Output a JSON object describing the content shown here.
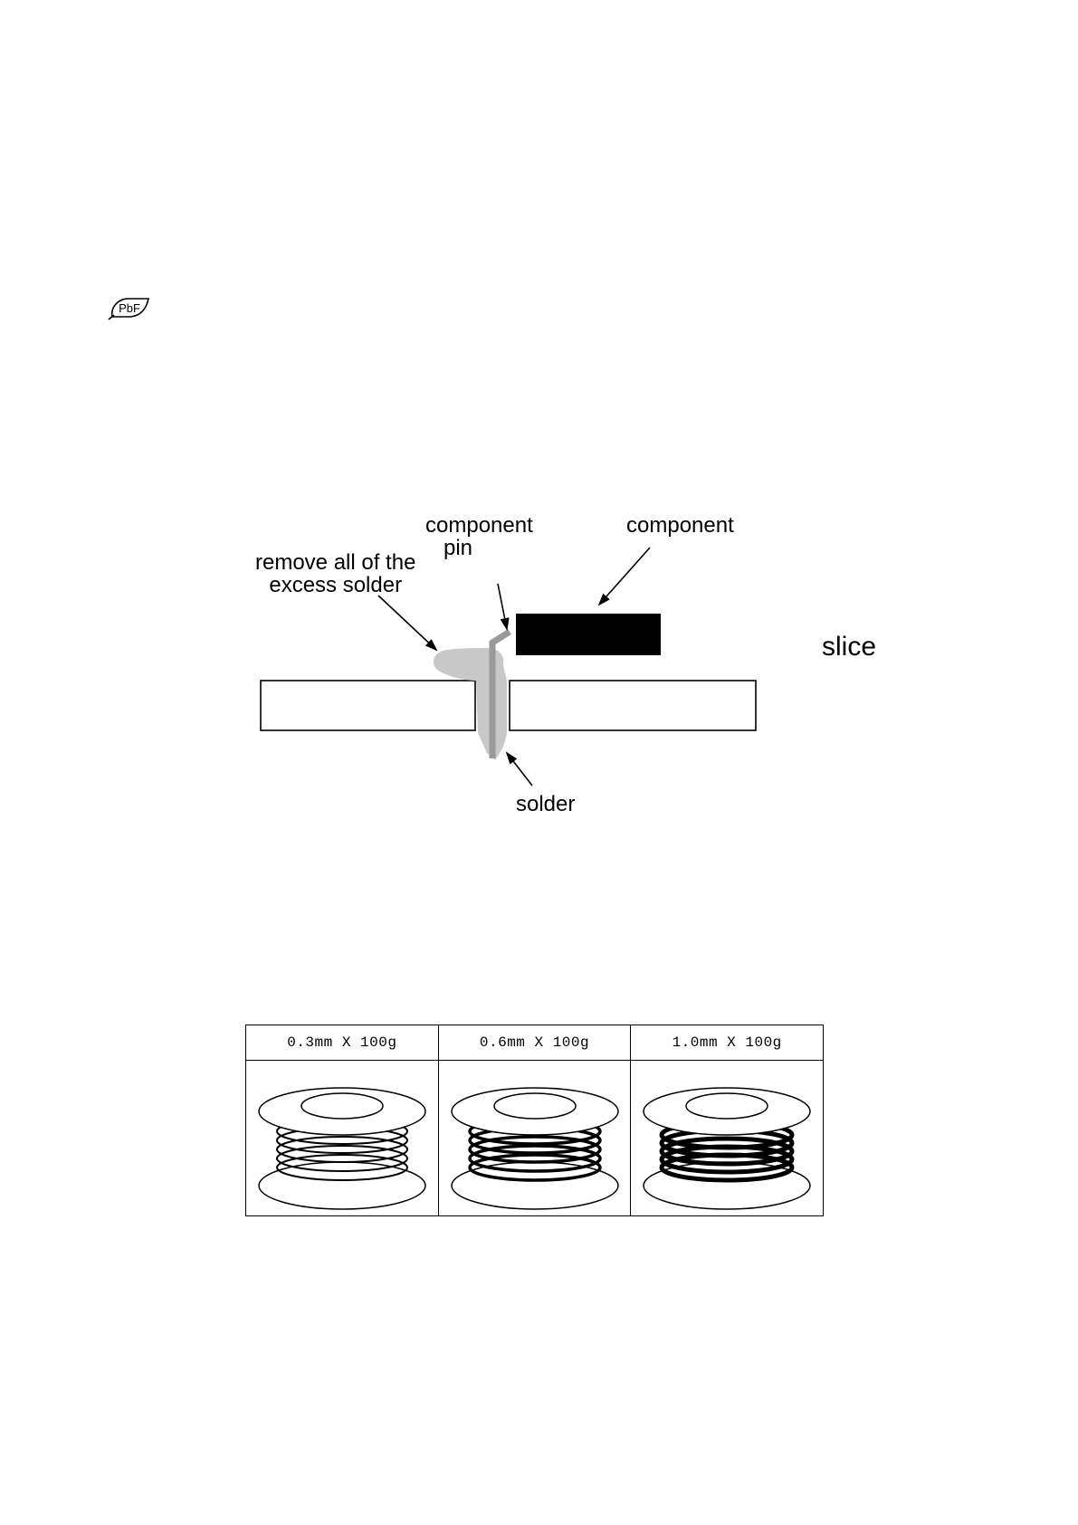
{
  "pbf_mark": {
    "text": "PbF"
  },
  "joint_diagram": {
    "labels": {
      "component_pin_line1": "component",
      "component_pin_line2": "pin",
      "component": "component",
      "remove_line1": "remove all of the",
      "remove_line2": "excess solder",
      "solder": "solder"
    },
    "slice": "slice"
  },
  "solder_reels": [
    {
      "label": "0.3mm X 100g",
      "wire": "thin"
    },
    {
      "label": "0.6mm X 100g",
      "wire": "medium"
    },
    {
      "label": "1.0mm X 100g",
      "wire": "thick"
    }
  ],
  "colors": {
    "solder": "#c8c8c8",
    "pin": "#9a9a9a",
    "component": "#000000"
  }
}
